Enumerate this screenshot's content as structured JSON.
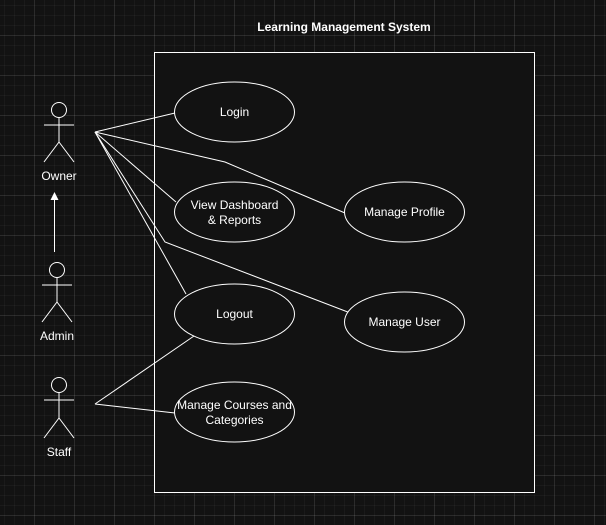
{
  "diagram": {
    "type": "uml-use-case",
    "colors": {
      "background": "#121212",
      "stroke": "#ffffff",
      "text": "#ffffff"
    },
    "system": {
      "title": "Learning Management System"
    },
    "actors": {
      "owner": "Owner",
      "admin": "Admin",
      "staff": "Staff"
    },
    "use_cases": {
      "login": [
        "Login"
      ],
      "view_dashboard": [
        "View Dashboard",
        "& Reports"
      ],
      "manage_profile": [
        "Manage Profile"
      ],
      "logout": [
        "Logout"
      ],
      "manage_user": [
        "Manage User"
      ],
      "manage_courses": [
        "Manage Courses and",
        "Categories"
      ]
    },
    "associations": [
      {
        "from": "Owner",
        "to": "Login"
      },
      {
        "from": "Owner",
        "to": "View Dashboard & Reports"
      },
      {
        "from": "Owner",
        "to": "Manage Profile"
      },
      {
        "from": "Owner",
        "to": "Logout"
      },
      {
        "from": "Owner",
        "to": "Manage User"
      },
      {
        "from": "Staff",
        "to": "Logout"
      },
      {
        "from": "Staff",
        "to": "Manage Courses and Categories"
      }
    ],
    "generalizations": [
      {
        "from": "Admin",
        "to": "Owner"
      }
    ]
  }
}
